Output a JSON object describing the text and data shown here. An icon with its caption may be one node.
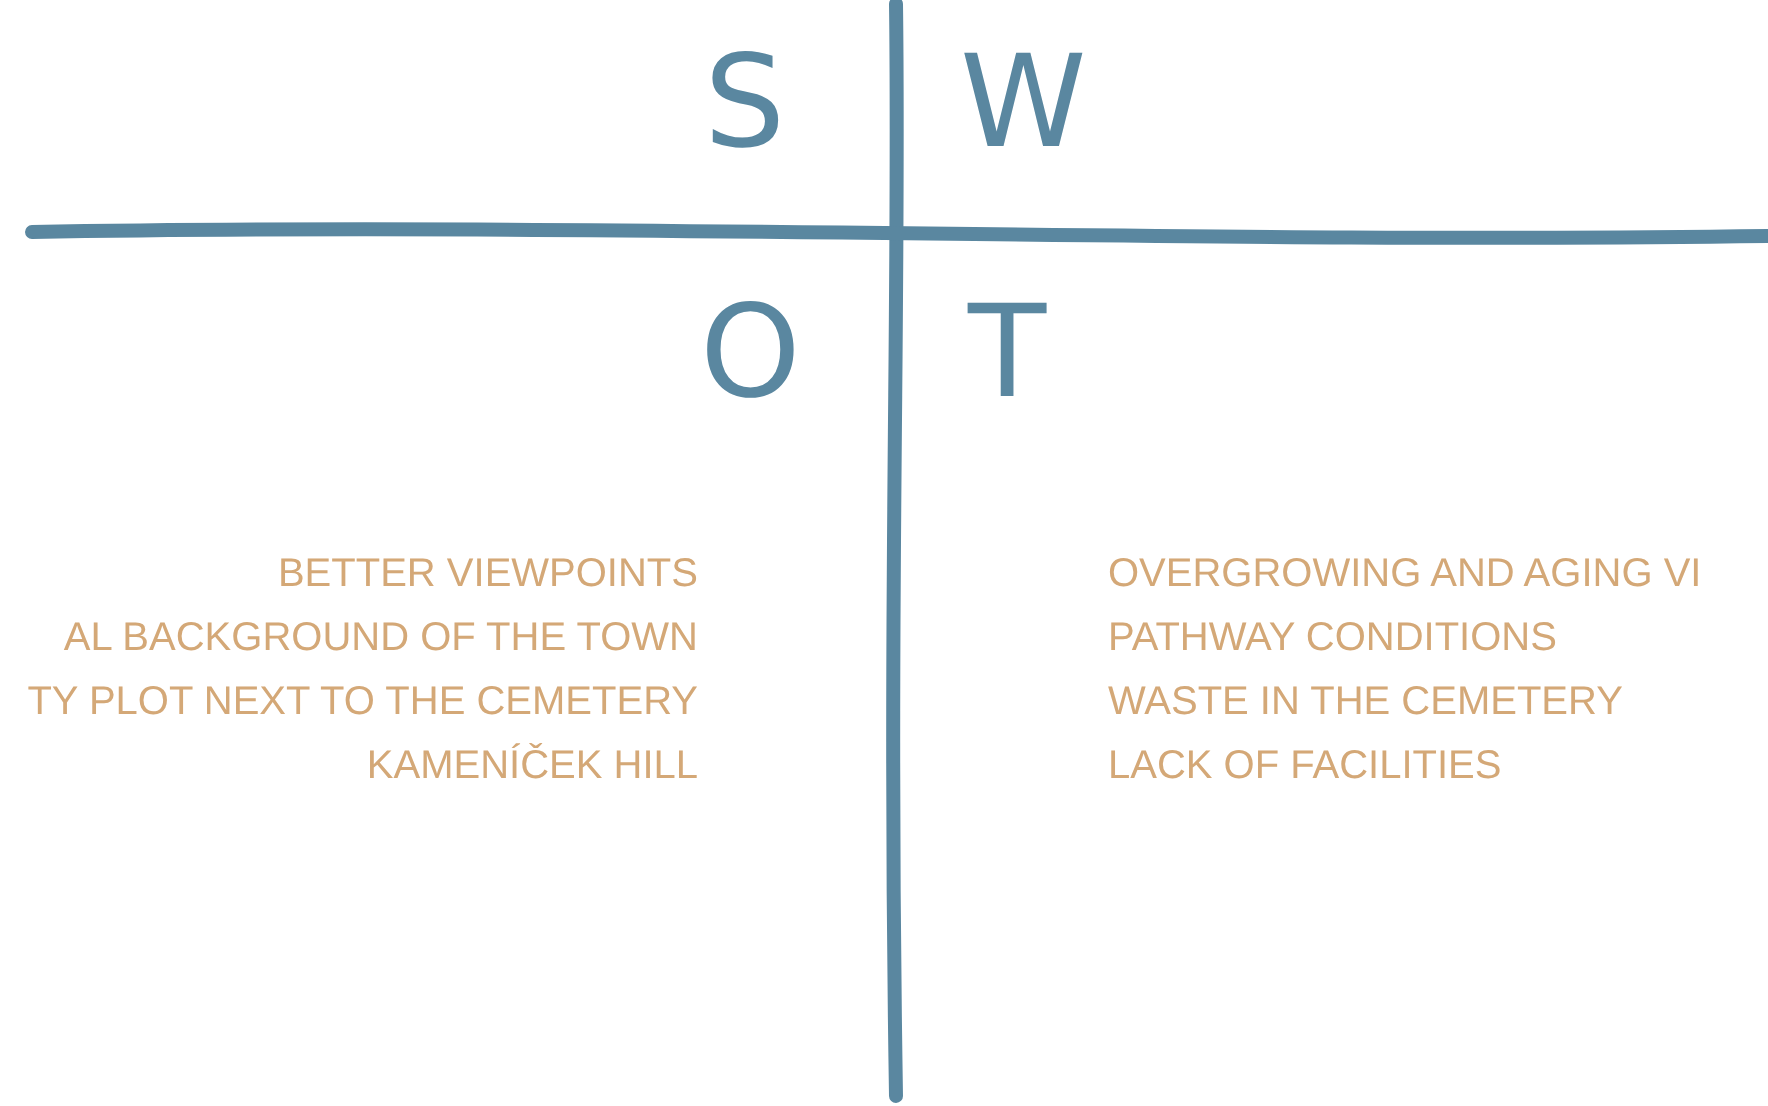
{
  "diagram": {
    "labels": [
      "S",
      "W",
      "O",
      "T",
      "BETTER VIEWPOINTS",
      "AL BACKGROUND OF THE TOWN",
      "TY PLOT NEXT TO THE CEMETERY",
      "KAMENÍČEK HILL",
      "OVERGROWING AND AGING VI",
      "PATHWAY CONDITIONS",
      "WASTE IN THE CEMETERY",
      "LACK OF FACILITIES"
    ]
  }
}
